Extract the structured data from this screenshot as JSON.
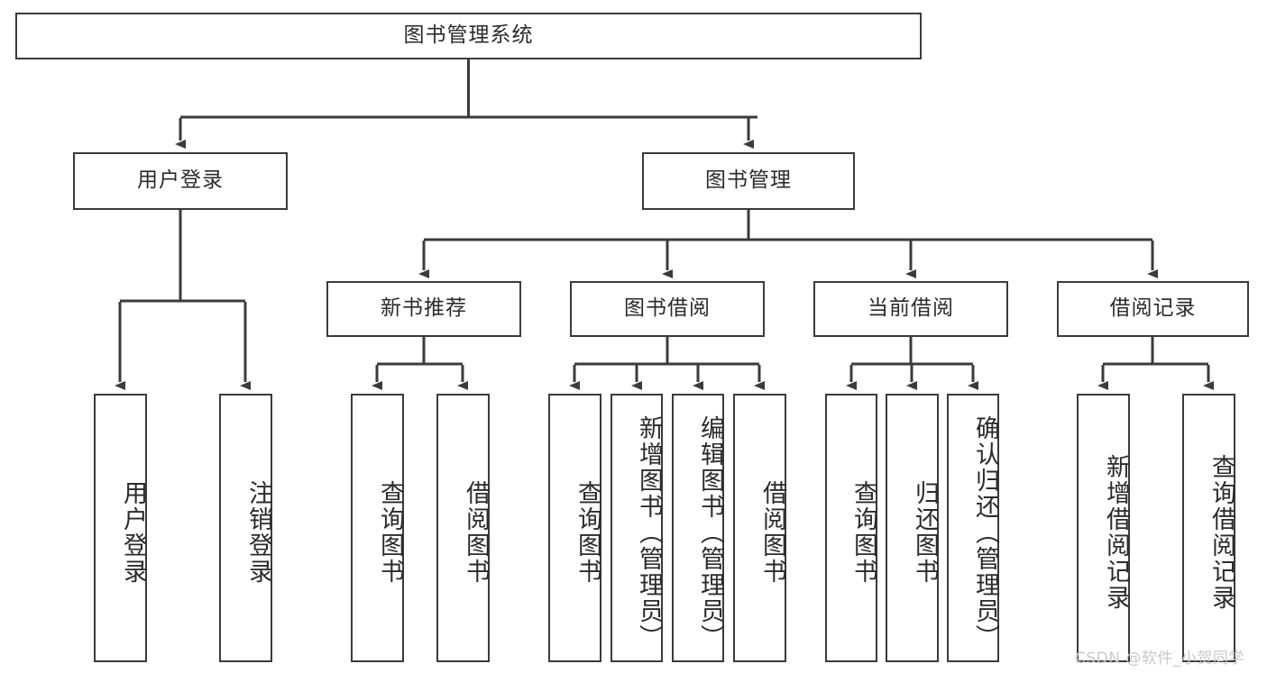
{
  "diagram": {
    "title": "图书管理系统",
    "type": "tree-hierarchy-chart",
    "stroke_color": "#3b3b3b",
    "background_color": "#ffffff",
    "text_color": "#2b2b2b"
  },
  "root": {
    "label": "图书管理系统"
  },
  "level2": [
    {
      "label": "用户登录"
    },
    {
      "label": "图书管理"
    }
  ],
  "level3": [
    {
      "label": "新书推荐"
    },
    {
      "label": "图书借阅"
    },
    {
      "label": "当前借阅"
    },
    {
      "label": "借阅记录"
    }
  ],
  "leaves": {
    "user_login": [
      {
        "label": "用户登录"
      },
      {
        "label": "注销登录"
      }
    ],
    "new_book": [
      {
        "label": "查询图书"
      },
      {
        "label": "借阅图书"
      }
    ],
    "book_borrow": [
      {
        "label": "查询图书"
      },
      {
        "label": "新增图书（管理员）"
      },
      {
        "label": "编辑图书（管理员）"
      },
      {
        "label": "借阅图书"
      }
    ],
    "current_borrow": [
      {
        "label": "查询图书"
      },
      {
        "label": "归还图书"
      },
      {
        "label": "确认归还（管理员）"
      }
    ],
    "borrow_record": [
      {
        "label": "新增借阅记录"
      },
      {
        "label": "查询借阅记录"
      }
    ]
  },
  "watermark": {
    "text": "CSDN @软件_小贺同学"
  }
}
